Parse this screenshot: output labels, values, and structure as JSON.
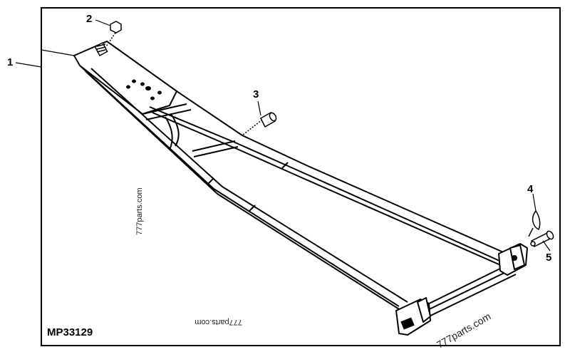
{
  "figure_id": "MP33129",
  "callouts": {
    "c1": "1",
    "c2": "2",
    "c3": "3",
    "c4": "4",
    "c5": "5"
  },
  "watermarks": {
    "w1": "777parts.com",
    "w2": "777parts.com",
    "w3": "777parts.com"
  }
}
